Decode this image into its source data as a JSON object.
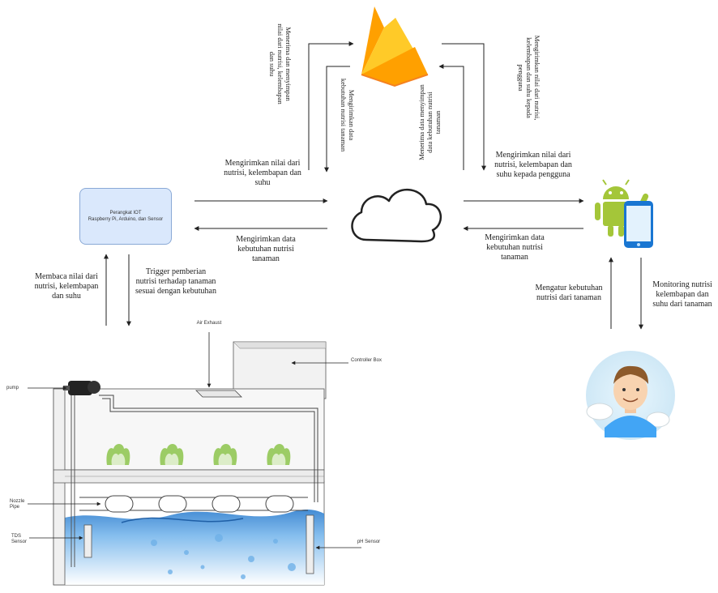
{
  "iot_box": {
    "title": "Perangkat IOT",
    "subtitle": "Raspberry Pi, Arduino, dan Sensor"
  },
  "labels": {
    "iot_to_cloud": "Mengirimkan nilai dari nutrisi, kelembapan dan suhu",
    "cloud_to_iot": "Mengirimkan data kebutuhan nutrisi tanaman",
    "cloud_to_phone": "Mengirimkan nilai dari nutrisi, kelembapan dan suhu kepada pengguna",
    "phone_to_cloud": "Mengirimkan data kebutuhan nutrisi tanaman",
    "firebase_receive_left": "Menerima dan menyimpan nilai dari nutrisi, kelembapan dan suhu",
    "firebase_send_left": "Mengirimkan data kebutuhan nutrisi tanaman",
    "firebase_receive_right": "Menerima data menyimpan data kebutuhan nutrisi tanaman",
    "firebase_send_right": "Mengirimkan nilai dari nutrisi, kelembapan dan suhu kepada pengguna",
    "read_sensors": "Membaca nilai dari nutrisi, kelembapan dan suhu",
    "trigger": "Trigger pemberian nutrisi terhadap tanaman sesuai dengan kebutuhan",
    "user_set": "Mengatur kebutuhan nutrisi dari tanaman",
    "user_monitor": "Monitoring nutrisi kelembapan dan suhu dari tanaman"
  },
  "hydroponic": {
    "pump": "pump",
    "air_exhaust": "Air Exhaust",
    "controller_box": "Controller Box",
    "nozzle_pipe": "Nozzle Pipe",
    "tds_sensor": "TDS Sensor",
    "ph_sensor": "pH Sensor"
  },
  "colors": {
    "iot_box_fill": "#dae8fc",
    "iot_box_stroke": "#8aa9d6",
    "firebase_orange": "#f58220",
    "firebase_yellow": "#ffca28",
    "android_green": "#a4c639",
    "phone_blue": "#2196f3",
    "water_blue": "#3a8fd6",
    "avatar_bg": "#d4ecf8"
  },
  "icons": [
    "firebase-icon",
    "cloud-icon",
    "android-icon",
    "smartphone-icon",
    "user-avatar-icon",
    "lettuce-icon",
    "pump-icon"
  ]
}
